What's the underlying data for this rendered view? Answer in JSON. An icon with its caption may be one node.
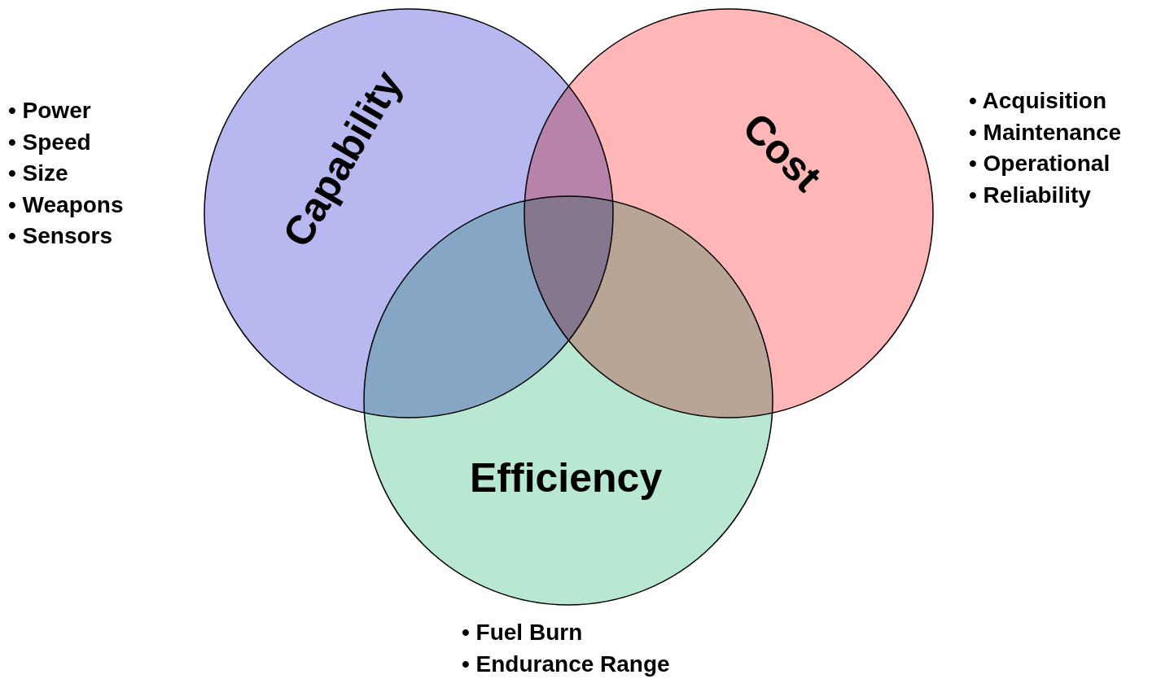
{
  "diagram": {
    "nodes": [
      {
        "text": [
          "Capability"
        ],
        "beside": [
          "• Power",
          "• Speed",
          "• Size",
          "• Weapons",
          "• Sensors"
        ]
      },
      {
        "text": [
          "Cost"
        ],
        "beside": [
          "• Acquisition",
          "• Maintenance",
          "• Operational",
          "• Reliability"
        ]
      },
      {
        "text": [
          "Efficiency"
        ],
        "beside": [
          "• Fuel Burn",
          "• Endurance Range"
        ]
      }
    ],
    "edges": []
  }
}
